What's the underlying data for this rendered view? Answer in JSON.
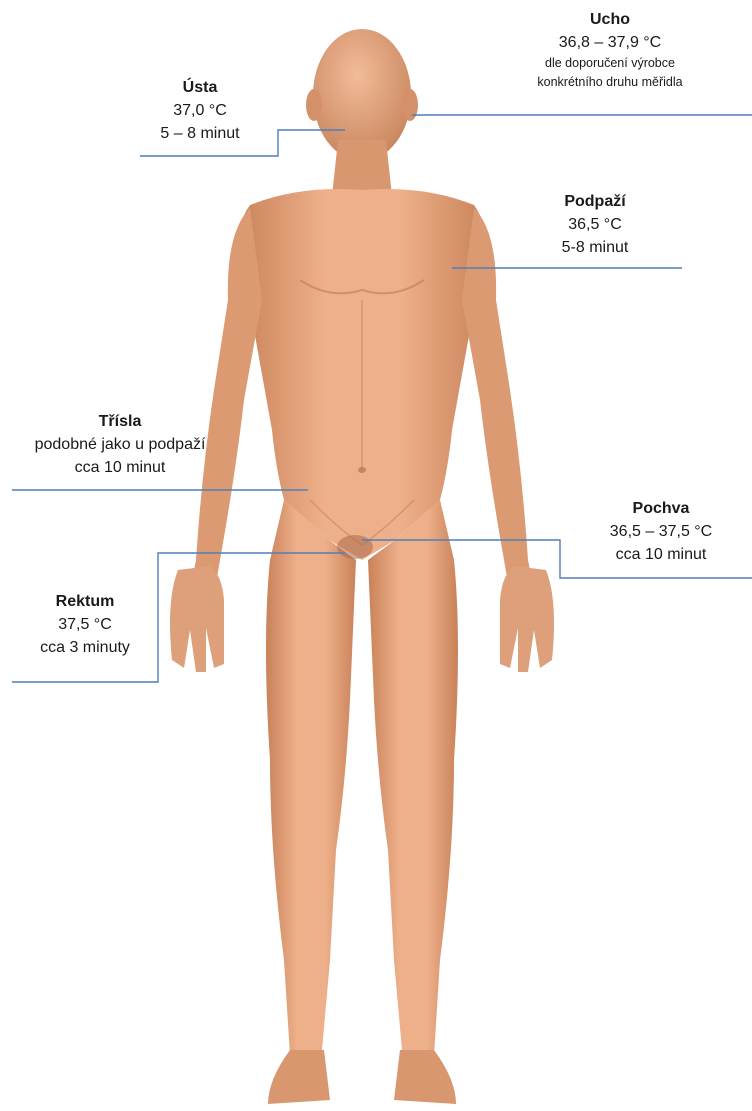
{
  "labels": {
    "ucho": {
      "title": "Ucho",
      "temp": "36,8 – 37,9 °C",
      "note_1": "dle doporučení výrobce",
      "note_2": "konkrétního druhu měřidla"
    },
    "usta": {
      "title": "Ústa",
      "temp": "37,0 °C",
      "time": "5 – 8 minut"
    },
    "podpazi": {
      "title": "Podpaží",
      "temp": "36,5 °C",
      "time": "5-8 minut"
    },
    "trisla": {
      "title": "Třísla",
      "note": "podobné  jako u podpaží",
      "time": "cca 10 minut"
    },
    "pochva": {
      "title": "Pochva",
      "temp": "36,5 – 37,5 °C",
      "time": "cca 10 minut"
    },
    "rektum": {
      "title": "Rektum",
      "temp": "37,5 °C",
      "time": "cca 3 minuty"
    }
  },
  "colors": {
    "skin": "#e9a57c",
    "skin_shadow": "#c98259",
    "leader_line": "#4f7fb8"
  }
}
